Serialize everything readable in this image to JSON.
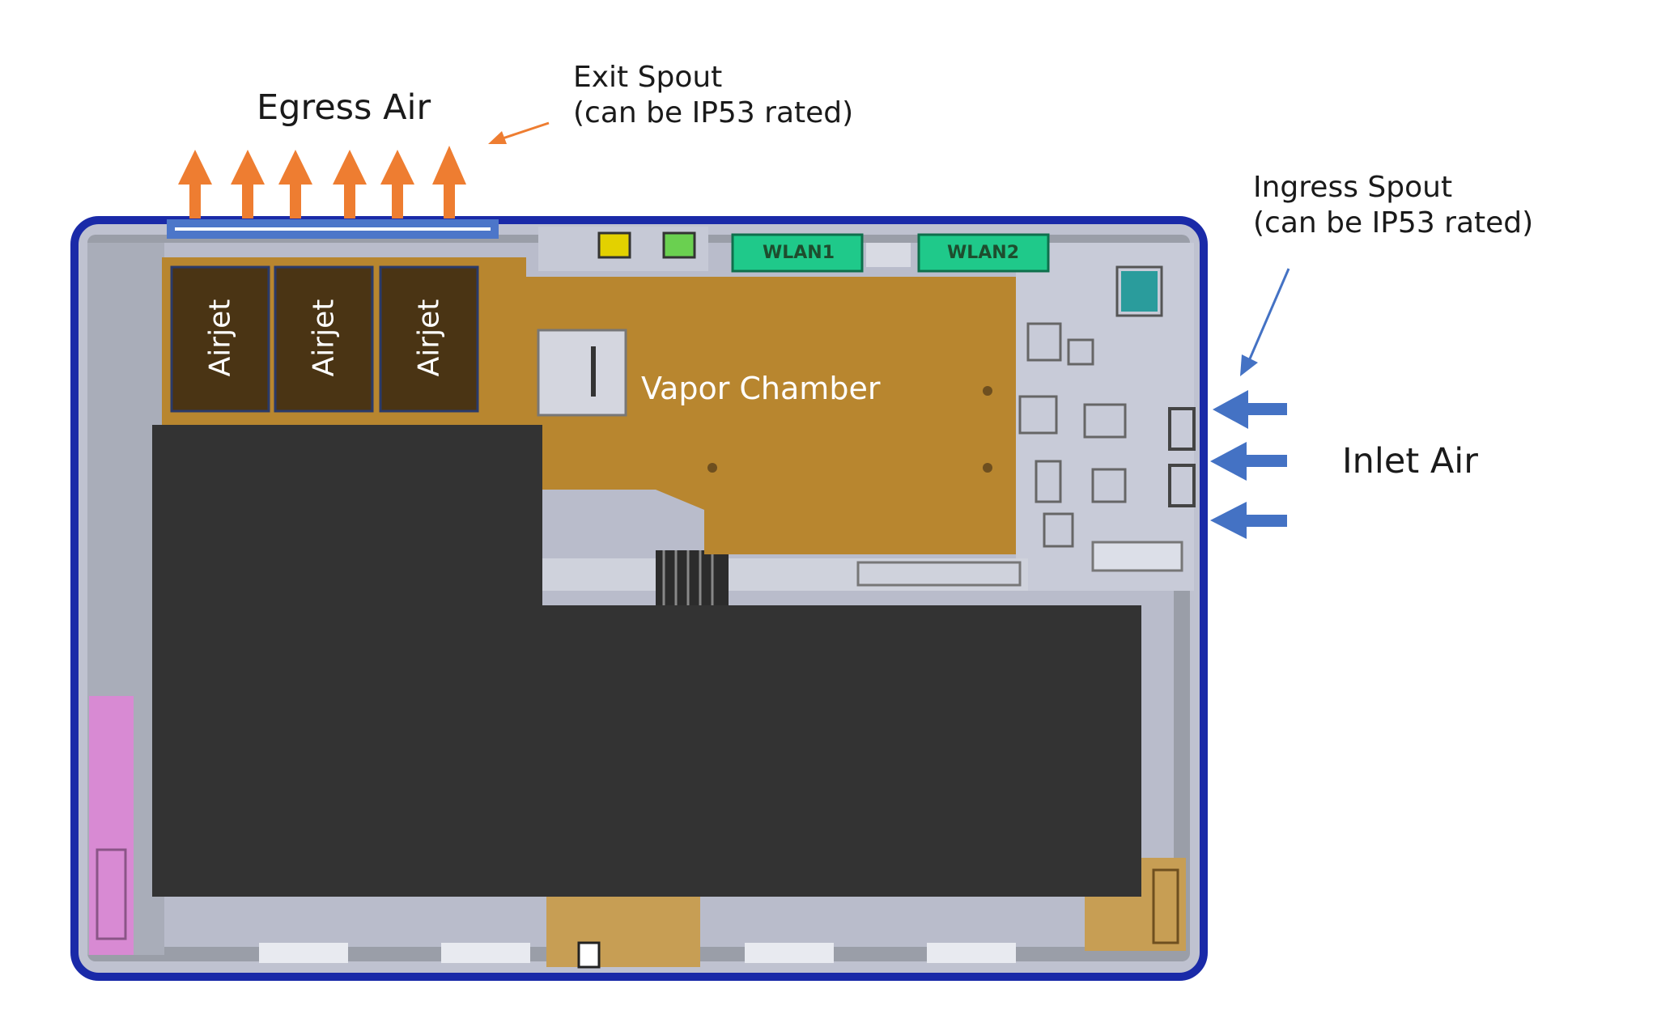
{
  "labels": {
    "egress_air": "Egress  Air",
    "exit_spout_line1": "Exit Spout",
    "exit_spout_line2": "(can be IP53 rated)",
    "ingress_spout_line1": "Ingress  Spout",
    "ingress_spout_line2": "(can be IP53 rated)",
    "inlet_air": "Inlet  Air",
    "vapor_chamber": "Vapor Chamber",
    "airjets": [
      "Airjet",
      "Airjet",
      "Airjet"
    ],
    "wlan": [
      "WLAN1",
      "WLAN2"
    ]
  },
  "colors": {
    "egress_arrow": "#ee7d31",
    "inlet_arrow": "#4472c4",
    "vapor_chamber": "#b8862f",
    "airjet_fill": "#4a3414",
    "device_frame": "#1a2aa8",
    "board": "#c3c6d6",
    "redacted": "#333333",
    "wlan_chip": "#1fc98a",
    "battery_pink": "#d88ad3"
  },
  "icons": {
    "egress_arrow": "up-arrow-icon",
    "inlet_arrow": "left-arrow-icon"
  }
}
